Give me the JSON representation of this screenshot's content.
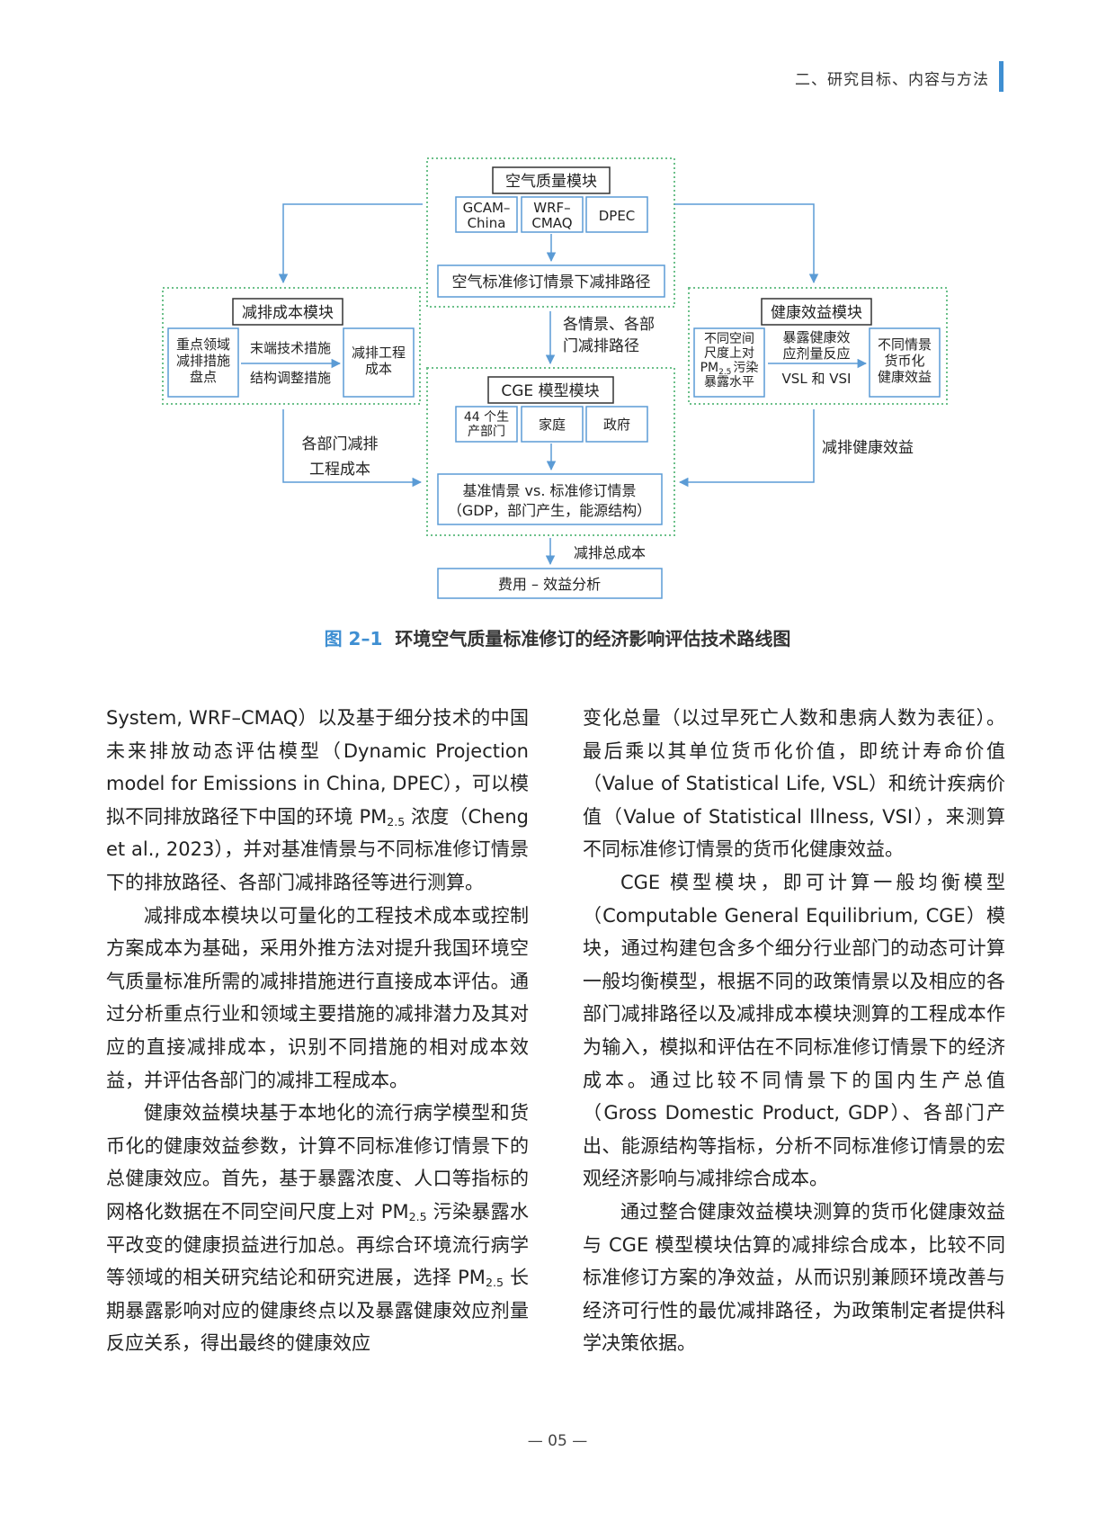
{
  "header": {
    "section": "二、研究目标、内容与方法"
  },
  "diagram": {
    "air": {
      "title": "空气质量模块",
      "gcam": [
        "GCAM–",
        "China"
      ],
      "wrf": [
        "WRF–",
        "CMAQ"
      ],
      "dpec": "DPEC",
      "output": "空气标准修订情景下减排路径"
    },
    "cost": {
      "title": "减排成本模块",
      "left": [
        "重点领域",
        "减排措施",
        "盘点"
      ],
      "tech": "末端技术措施",
      "struct": "结构调整措施",
      "right": [
        "减排工程",
        "成本"
      ]
    },
    "health": {
      "title": "健康效益模块",
      "left": [
        "不同空间",
        "尺度上对",
        "PM",
        "2.5",
        "污染",
        "暴露水平"
      ],
      "mid": [
        "暴露健康效",
        "应剂量反应"
      ],
      "vsl": "VSL 和 VSI",
      "right": [
        "不同情景",
        "货币化",
        "健康效益"
      ]
    },
    "cge": {
      "title": "CGE 模型模块",
      "sectors": [
        "44 个生",
        "产部门"
      ],
      "household": "家庭",
      "government": "政府",
      "scenario": [
        "基准情景 vs. 标准修订情景",
        "（GDP，部门产生，能源结构）"
      ]
    },
    "labels": {
      "paths": [
        "各情景、各部",
        "门减排路径"
      ],
      "cost_label": [
        "各部门减排",
        "工程成本"
      ],
      "benefit_label": "减排健康效益",
      "total_cost": "减排总成本"
    },
    "final": "费用 – 效益分析"
  },
  "caption": {
    "number": "图 2–1",
    "text": "环境空气质量标准修订的经济影响评估技术路线图"
  },
  "body": {
    "left": {
      "p1a": "System, WRF–CMAQ）以及基于细分技术的中国未来排放动态评估模型（Dynamic Projection model for Emissions in China, DPEC），可以模拟不同排放路径下中国的环境 PM",
      "p1sub": "2.5",
      "p1b": " 浓度（Cheng et al., 2023），并对基准情景与不同标准修订情景下的排放路径、各部门减排路径等进行测算。",
      "p2": "减排成本模块以可量化的工程技术成本或控制方案成本为基础，采用外推方法对提升我国环境空气质量标准所需的减排措施进行直接成本评估。通过分析重点行业和领域主要措施的减排潜力及其对应的直接减排成本，识别不同措施的相对成本效益，并评估各部门的减排工程成本。",
      "p3a": "健康效益模块基于本地化的流行病学模型和货币化的健康效益参数，计算不同标准修订情景下的总健康效应。首先，基于暴露浓度、人口等指标的网格化数据在不同空间尺度上对 PM",
      "p3sub1": "2.5",
      "p3b": " 污染暴露水平改变的健康损益进行加总。再综合环境流行病学等领域的相关研究结论和研究进展，选择 PM",
      "p3sub2": "2.5",
      "p3c": " 长期暴露影响对应的健康终点以及暴露健康效应剂量反应关系，得出最终的健康效应"
    },
    "right": {
      "p1": "变化总量（以过早死亡人数和患病人数为表征）。最后乘以其单位货币化价值，即统计寿命价值（Value of Statistical Life, VSL）和统计疾病价值（Value of Statistical Illness, VSI），来测算不同标准修订情景的货币化健康效益。",
      "p2": "CGE 模型模块，即可计算一般均衡模型（Computable General Equilibrium, CGE）模块，通过构建包含多个细分行业部门的动态可计算一般均衡模型，根据不同的政策情景以及相应的各部门减排路径以及减排成本模块测算的工程成本作为输入，模拟和评估在不同标准修订情景下的经济成本。通过比较不同情景下的国内生产总值（Gross Domestic Product, GDP）、各部门产出、能源结构等指标，分析不同标准修订情景的宏观经济影响与减排综合成本。",
      "p3": "通过整合健康效益模块测算的货币化健康效益与 CGE 模型模块估算的减排综合成本，比较不同标准修订方案的净效益，从而识别兼顾环境改善与经济可行性的最优减排路径，为政策制定者提供科学决策依据。"
    }
  },
  "page_number": "— 05 —",
  "colors": {
    "accent": "#3f8fd2",
    "box_border": "#5b9bd5",
    "dotted_green": "#6cc08a"
  }
}
